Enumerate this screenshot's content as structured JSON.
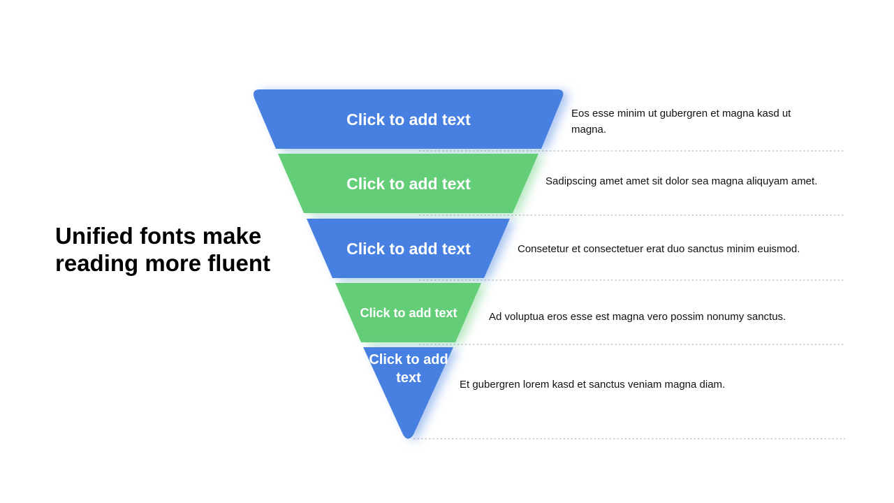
{
  "title": {
    "line1": "Unified fonts make",
    "line2": "reading more fluent"
  },
  "colors": {
    "blue": "#4680E0",
    "green": "#63CD78",
    "divider": "#BBBBBB"
  },
  "funnel": {
    "segments": [
      {
        "label": "Click to add text",
        "color": "blue",
        "description": "Eos esse minim ut gubergren et magna kasd ut magna."
      },
      {
        "label": "Click to add text",
        "color": "green",
        "description": "Sadipscing amet amet sit dolor sea magna aliquyam amet."
      },
      {
        "label": "Click to add text",
        "color": "blue",
        "description": "Consetetur et consectetuer erat duo sanctus minim euismod."
      },
      {
        "label": "Click to add text",
        "color": "green",
        "description": "Ad voluptua eros esse est magna vero possim nonumy sanctus."
      },
      {
        "label": "Click to add text",
        "color": "blue",
        "description": "Et gubergren lorem kasd et sanctus veniam magna diam."
      }
    ]
  }
}
